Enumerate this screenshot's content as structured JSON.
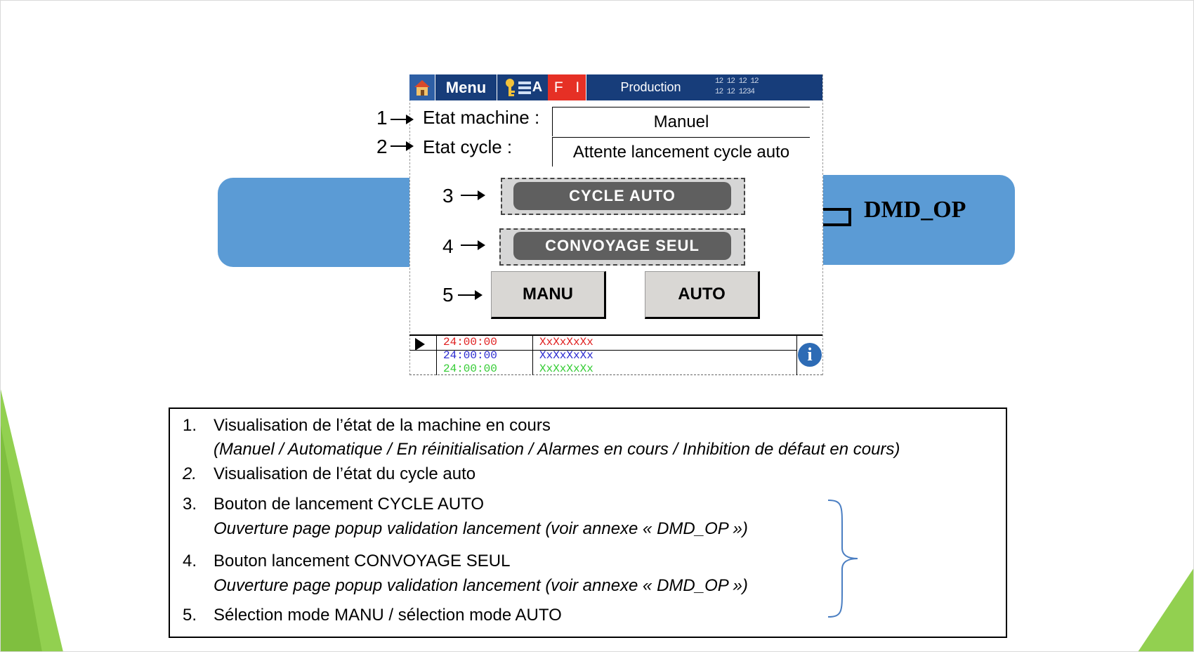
{
  "topbar": {
    "menu_label": "Menu",
    "a_label": "A",
    "f_label": "F",
    "i_label": "I",
    "production_label": "Production",
    "digits_line1": "12 12 12 12",
    "digits_line2": "12 12 1234"
  },
  "states": {
    "machine_num": "1",
    "machine_label": "Etat machine :",
    "machine_value": "Manuel",
    "cycle_num": "2",
    "cycle_label": "Etat cycle :",
    "cycle_value": "Attente lancement cycle auto"
  },
  "controls": {
    "cycle_num": "3",
    "cycle_auto_label": "CYCLE AUTO",
    "convoyage_num": "4",
    "convoyage_label": "CONVOYAGE SEUL",
    "mode_num": "5",
    "manu_label": "MANU",
    "auto_label": "AUTO"
  },
  "callout": {
    "label": "DMD_OP"
  },
  "alarms": [
    {
      "time": "24:00:00",
      "text": "XxXxXxXx",
      "color": "#e02020"
    },
    {
      "time": "24:00:00",
      "text": "XxXxXxXx",
      "color": "#2a2ad0"
    },
    {
      "time": "24:00:00",
      "text": "XxXxXxXx",
      "color": "#33cc33"
    }
  ],
  "info_icon_glyph": "i",
  "description": {
    "n1": "1.",
    "l1": "Visualisation de l’état de la machine en cours",
    "l1b": "(Manuel / Automatique / En réinitialisation / Alarmes en cours / Inhibition de défaut en cours)",
    "n2": "2.",
    "l2": "Visualisation de l’état du cycle auto",
    "n3": "3.",
    "l3": "Bouton de lancement CYCLE AUTO",
    "l3b": "Ouverture page popup validation lancement (voir annexe « DMD_OP »)",
    "n4": "4.",
    "l4": "Bouton lancement CONVOYAGE SEUL",
    "l4b": "Ouverture page popup validation lancement (voir annexe « DMD_OP »)",
    "n5": "5.",
    "l5": "Sélection mode MANU / sélection mode AUTO"
  },
  "colors": {
    "accent_blue": "#5b9bd5",
    "topbar_navy": "#173d7a",
    "fault_red": "#e63025",
    "deco_green": "#92d050"
  }
}
